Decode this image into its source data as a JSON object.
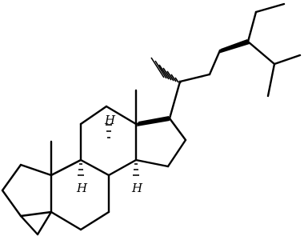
{
  "molecule": {
    "hydrogen_labels": [
      "H",
      "H",
      "H"
    ],
    "stereo_methyls": 2,
    "rings": 5
  }
}
